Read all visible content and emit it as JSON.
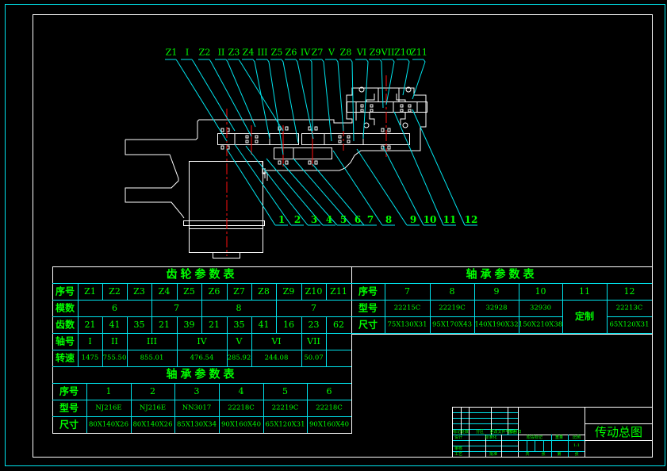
{
  "colors": {
    "background": "#000000",
    "outline": "#ffffff",
    "table_grid": "#00e5ee",
    "text": "#00ff00",
    "centerline": "#ff1010"
  },
  "drawing": {
    "shaft_gear_labels": [
      "Z1",
      "I",
      "Z2",
      "II",
      "Z3",
      "Z4",
      "III",
      "Z5",
      "Z6",
      "IV",
      "Z7",
      "V",
      "Z8",
      "VI",
      "Z9",
      "VII",
      "Z10",
      "Z11"
    ],
    "bearing_callouts": [
      "1",
      "2",
      "3",
      "4",
      "5",
      "6",
      "7",
      "8",
      "9",
      "10",
      "11",
      "12"
    ]
  },
  "gear_table": {
    "title": "齿轮参数表",
    "rows": {
      "index": {
        "label": "序号",
        "cells": [
          "Z1",
          "Z2",
          "Z3",
          "Z4",
          "Z5",
          "Z6",
          "Z7",
          "Z8",
          "Z9",
          "Z10",
          "Z11"
        ]
      },
      "module": {
        "label": "模数",
        "cells": [
          "6",
          "7",
          "8",
          "7"
        ]
      },
      "teeth": {
        "label": "齿数",
        "cells": [
          "21",
          "41",
          "35",
          "21",
          "39",
          "21",
          "35",
          "41",
          "16",
          "23",
          "62"
        ]
      },
      "shaft": {
        "label": "轴号",
        "cells": [
          "I",
          "II",
          "III",
          "IV",
          "V",
          "VI",
          "VII",
          ""
        ]
      },
      "speed": {
        "label": "转速",
        "cells": [
          "1475",
          "755.50",
          "855.01",
          "476.54",
          "285.92",
          "244.08",
          "50.07",
          ""
        ]
      }
    }
  },
  "bearing_table_left": {
    "title": "轴承参数表",
    "rows": {
      "index": {
        "label": "序号",
        "cells": [
          "1",
          "2",
          "3",
          "4",
          "5",
          "6"
        ]
      },
      "model": {
        "label": "型号",
        "cells": [
          "NJ216E",
          "NJ216E",
          "NN3017",
          "22218C",
          "22219C",
          "22218C"
        ]
      },
      "size": {
        "label": "尺寸",
        "cells": [
          "80X140X26",
          "80X140X26",
          "85X130X34",
          "90X160X40",
          "65X120X31",
          "90X160X40"
        ]
      }
    }
  },
  "bearing_table_right": {
    "title": "轴承参数表",
    "rows": {
      "index": {
        "label": "序号",
        "cells": [
          "7",
          "8",
          "9",
          "10",
          "11",
          "12"
        ]
      },
      "model": {
        "label": "型号",
        "cells": [
          "22215C",
          "22219C",
          "32928",
          "32930",
          "定制",
          "22213C"
        ]
      },
      "size": {
        "label": "尺寸",
        "cells": [
          "75X130X31",
          "95X170X43",
          "140X190X32",
          "150X210X38",
          "65X120X31"
        ]
      }
    }
  },
  "title_block": {
    "drawing_title": "传动总图",
    "revision_labels": [
      "标记",
      "处数",
      "分区",
      "更改文件号",
      "签名",
      "年月日"
    ],
    "signoff_labels": [
      "设计",
      "标准化",
      "审核",
      "工艺",
      "批准"
    ],
    "stage_labels": [
      "阶段标记",
      "重量",
      "比例"
    ],
    "scale_value": "1:1",
    "sheet_labels": [
      "共",
      "张",
      "第",
      "张"
    ]
  }
}
